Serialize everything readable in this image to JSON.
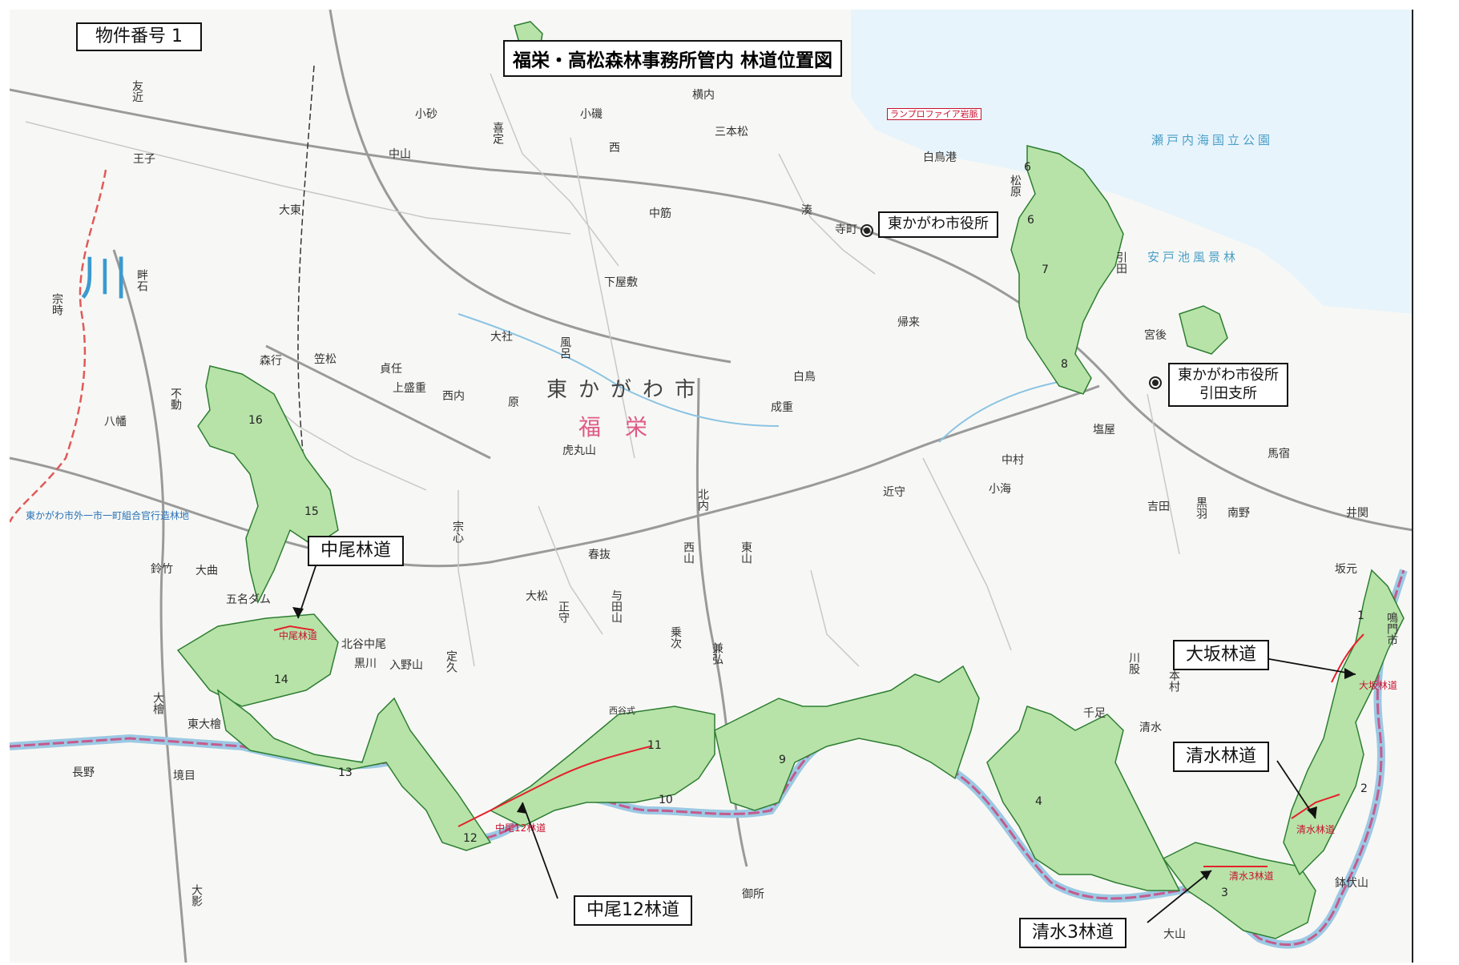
{
  "title": "福栄・高松森林事務所管内  林道位置図",
  "property_number": "物件番号  1",
  "offices": {
    "city_hall": "東かがわ市役所",
    "branch_line1": "東かがわ市役所",
    "branch_line2": "引田支所"
  },
  "road_labels": {
    "nakao": "中尾林道",
    "nakao12": "中尾12林道",
    "osaka": "大坂林道",
    "shimizu": "清水林道",
    "shimizu3": "清水3林道"
  },
  "areas": {
    "city_name": "東かがわ市",
    "district": "福栄",
    "park_setonaikai": "瀬戸内海国立公園",
    "park_adoike": "安戸池風景林",
    "lamprophyre": "ランプロファイア岩脈",
    "shared_forest": "東かがわ市外一市一町組合官行造林地",
    "river_kawa": "川"
  },
  "place_names": [
    "友近",
    "王子",
    "大東",
    "中山",
    "小砂",
    "喜定",
    "小磯",
    "西",
    "中筋",
    "下屋敷",
    "三本松",
    "横内",
    "白鳥港",
    "寺町",
    "湊",
    "大社",
    "風呂",
    "帰来",
    "白鳥",
    "成重",
    "松原",
    "宮後",
    "引田",
    "塩屋",
    "中村",
    "小海",
    "近守",
    "馬宿",
    "吉田",
    "黒羽",
    "南野",
    "井関",
    "坂元",
    "森行",
    "笠松",
    "貞任",
    "上盛重",
    "西内",
    "原",
    "北内",
    "虎丸山",
    "不動",
    "八幡",
    "大曲",
    "鈴竹",
    "春抜",
    "西山",
    "東山",
    "宗心",
    "大松",
    "正守",
    "与田山",
    "乗次",
    "兼弘",
    "定久",
    "入野山",
    "黒川",
    "北谷中尾",
    "五名ダム",
    "東大檜",
    "大檜",
    "長野",
    "境目",
    "大影",
    "御所",
    "千足",
    "川股",
    "本村",
    "清水",
    "大山",
    "鉢伏山",
    "鳴門市",
    "宗時",
    "畔石",
    "西谷式"
  ],
  "forest_numbers": [
    "1",
    "2",
    "3",
    "4",
    "6",
    "6",
    "7",
    "8",
    "9",
    "10",
    "11",
    "12",
    "13",
    "14",
    "15",
    "16"
  ],
  "route_names": [
    "中尾林道",
    "中尾12林道",
    "大坂林道",
    "清水林道",
    "清水3林道"
  ],
  "colors": {
    "forest_fill": "#b7e3a8",
    "forest_stroke": "#2e7d32",
    "forest_road": "#e4222c",
    "sea": "#e6f3fa",
    "boundary_pink": "#cc6aa0",
    "boundary_blue": "#7fb4d6",
    "park_text": "#4a9fc8"
  },
  "icons": [
    "city-hall-icon",
    "branch-office-icon"
  ]
}
